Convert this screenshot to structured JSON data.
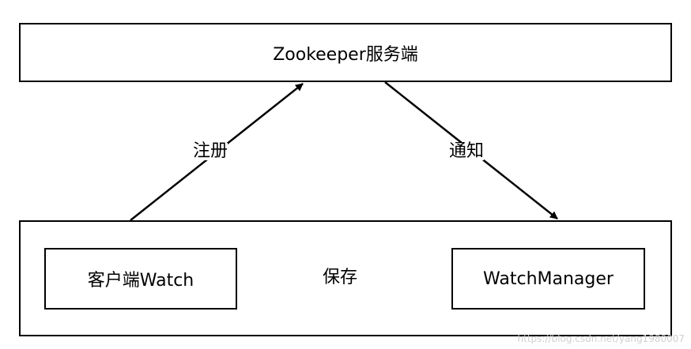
{
  "server": {
    "label": "Zookeeper服务端"
  },
  "client": {
    "watch_label": "客户端Watch",
    "manager_label": "WatchManager"
  },
  "edges": {
    "register": "注册",
    "notify": "通知",
    "save": "保存"
  },
  "watermark": "https://blog.csdn.net/yang1980007"
}
